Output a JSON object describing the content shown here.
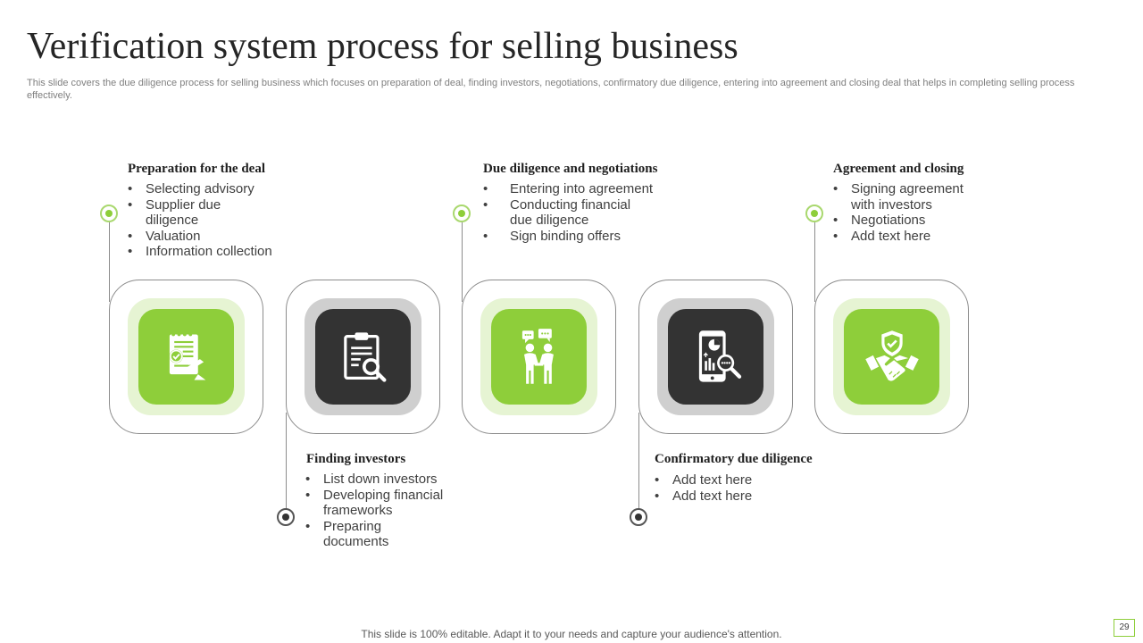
{
  "slide": {
    "title": "Verification system process for selling business",
    "subtitle": "This slide covers the due diligence process for selling business which focuses on preparation of deal, finding investors, negotiations, confirmatory due diligence, entering into agreement and closing deal that helps in completing selling process effectively.",
    "footer": "This slide is 100% editable. Adapt it to your needs and capture your audience's attention.",
    "page_number": "29"
  },
  "colors": {
    "accent": "#8ece3a",
    "accent_light": "#e6f4d3",
    "dark": "#333333",
    "border": "#8c8c8c"
  },
  "steps": [
    {
      "title": "Preparation  for the deal",
      "icon": "checklist-pen-icon",
      "style": "green",
      "items": [
        "Selecting advisory",
        "Supplier due diligence",
        "Valuation",
        "Information collection"
      ]
    },
    {
      "title": "Finding  investors",
      "icon": "clipboard-search-icon",
      "style": "dark",
      "items": [
        "List down investors",
        "Developing financial frameworks",
        "Preparing documents"
      ]
    },
    {
      "title": "Due diligence  and  negotiations",
      "icon": "handshake-discussion-icon",
      "style": "green",
      "items": [
        "Entering into agreement",
        "Conducting financial due diligence",
        "Sign binding offers"
      ]
    },
    {
      "title": "Confirmatory  due diligence",
      "icon": "mobile-analytics-search-icon",
      "style": "dark",
      "items": [
        "Add text here",
        "Add text here"
      ]
    },
    {
      "title": "Agreement  and  closing",
      "icon": "shield-handshake-icon",
      "style": "green",
      "items": [
        "Signing agreement with investors",
        "Negotiations",
        "Add text here"
      ]
    }
  ]
}
